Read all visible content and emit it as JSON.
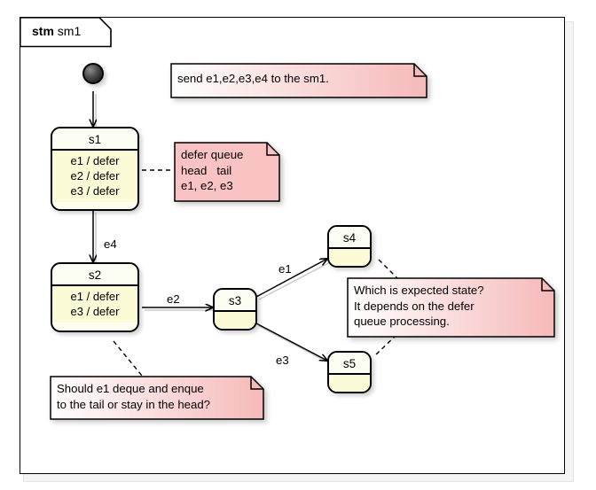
{
  "frame": {
    "keyword": "stm",
    "name": "sm1"
  },
  "states": [
    {
      "id": "s1",
      "name": "s1",
      "rows": [
        "e1 / defer",
        "e2 / defer",
        "e3 / defer"
      ]
    },
    {
      "id": "s2",
      "name": "s2",
      "rows": [
        "e1 / defer",
        "e3 / defer"
      ]
    },
    {
      "id": "s3",
      "name": "s3",
      "rows": []
    },
    {
      "id": "s4",
      "name": "s4",
      "rows": []
    },
    {
      "id": "s5",
      "name": "s5",
      "rows": []
    }
  ],
  "transitions": [
    {
      "id": "init-s1",
      "from": "initial",
      "to": "s1",
      "label": ""
    },
    {
      "id": "s1-s2",
      "from": "s1",
      "to": "s2",
      "label": "e4"
    },
    {
      "id": "s2-s3",
      "from": "s2",
      "to": "s3",
      "label": "e2"
    },
    {
      "id": "s3-s4",
      "from": "s3",
      "to": "s4",
      "label": "e1"
    },
    {
      "id": "s3-s5",
      "from": "s3",
      "to": "s5",
      "label": "e3"
    }
  ],
  "notes": [
    {
      "id": "note-send",
      "text": "send e1,e2,e3,e4 to the sm1."
    },
    {
      "id": "note-defer-queue",
      "text": "defer queue\nhead   tail\ne1, e2, e3"
    },
    {
      "id": "note-expected-state",
      "text": "Which is expected state?\nIt depends on the defer\nqueue processing."
    },
    {
      "id": "note-deque-enque",
      "text": "Should e1 deque and enque\nto the tail or stay in the head?"
    }
  ],
  "colors": {
    "state_fill": "#fbfbd8",
    "state_header_fill": "#fdfef3",
    "note_pink": "#f9c3c3",
    "note_white": "#ffffff",
    "line": "#000000"
  }
}
